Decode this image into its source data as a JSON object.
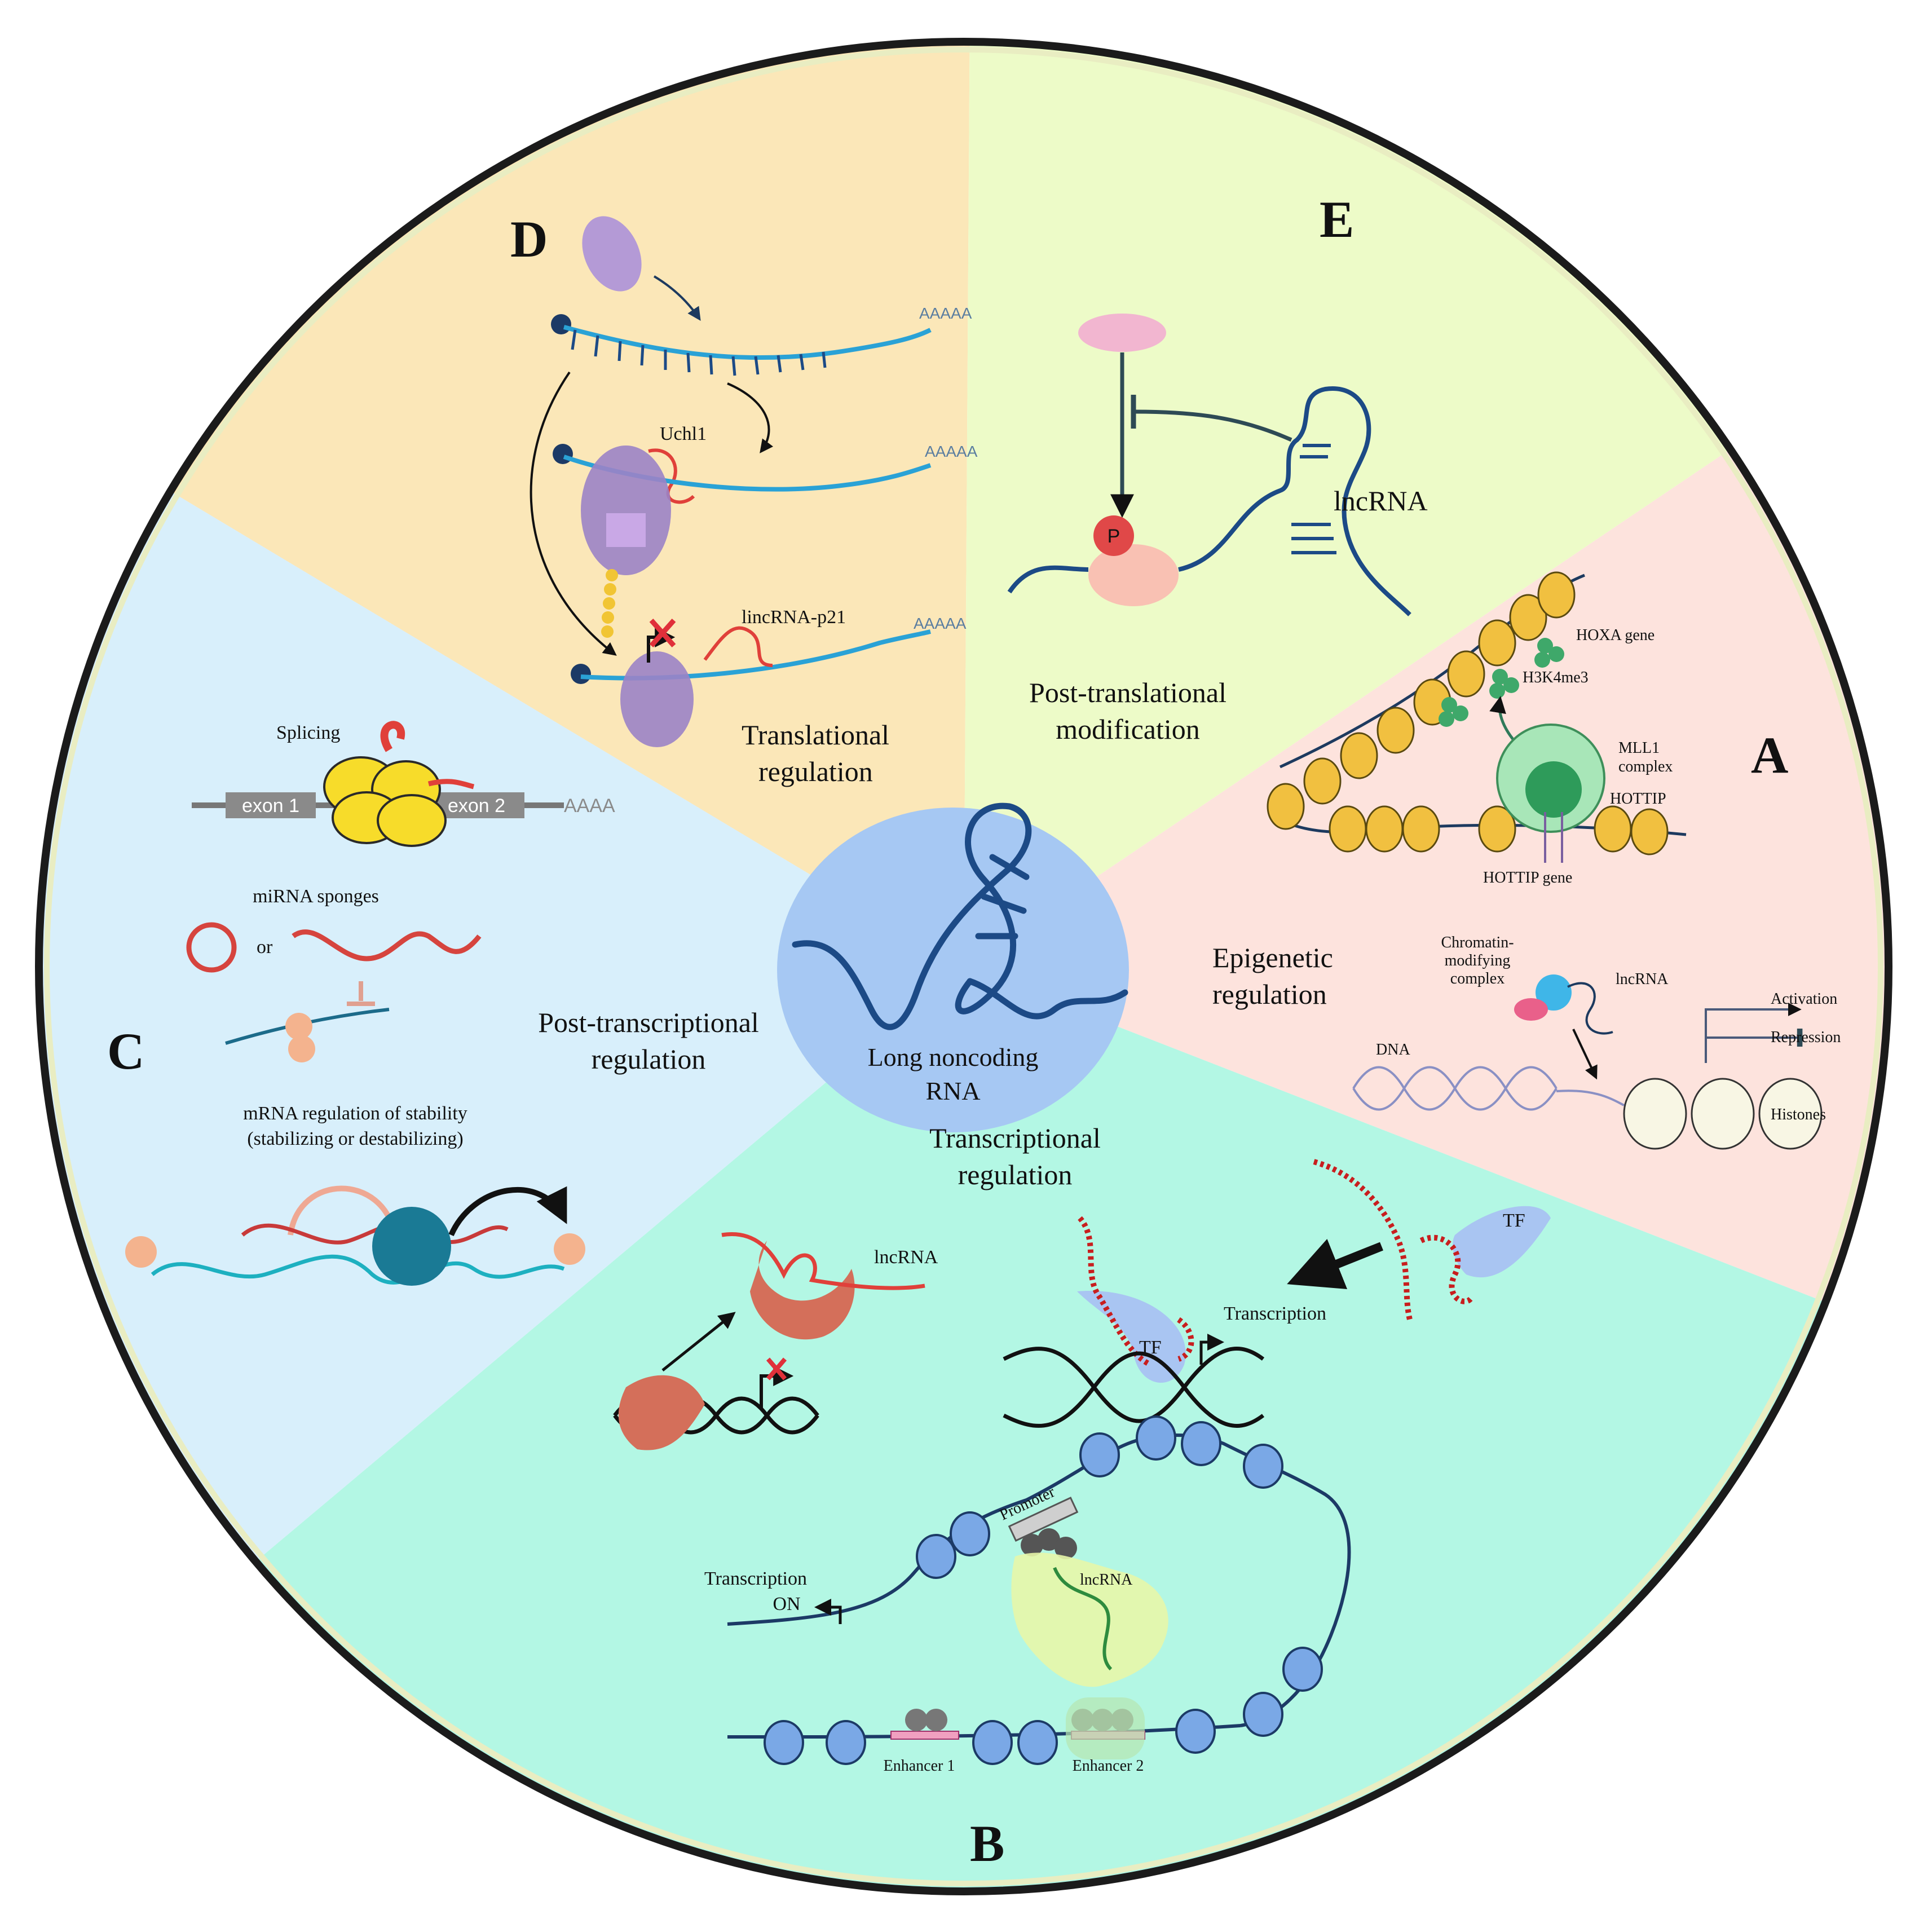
{
  "panels": {
    "A": {
      "letter": "A",
      "title_line1": "Epigenetic",
      "title_line2": "regulation",
      "labels": {
        "hoxa_gene": "HOXA gene",
        "h3k4me3": "H3K4me3",
        "mll1_line1": "MLL1",
        "mll1_line2": "complex",
        "hottip": "HOTTIP",
        "hottip_gene": "HOTTIP gene",
        "chromatin_line1": "Chromatin-",
        "chromatin_line2": "modifying",
        "chromatin_line3": "complex",
        "lncrna": "lncRNA",
        "dna": "DNA",
        "activation": "Activation",
        "repression": "Repression",
        "histones": "Histones"
      }
    },
    "B": {
      "letter": "B",
      "title_line1": "Transcriptional",
      "title_line2": "regulation",
      "labels": {
        "lncrna_left": "lncRNA",
        "tf_1": "TF",
        "tf_2": "TF",
        "transcription": "Transcription",
        "promoter": "Promoter",
        "lncrna_loop": "lncRNA",
        "transcription_on_line1": "Transcription",
        "transcription_on_line2": "ON",
        "enhancer1": "Enhancer 1",
        "enhancer2": "Enhancer 2"
      }
    },
    "C": {
      "letter": "C",
      "title_line1": "Post-transcriptional",
      "title_line2": "regulation",
      "labels": {
        "splicing": "Splicing",
        "exon1": "exon 1",
        "exon2": "exon 2",
        "polya": "AAAA",
        "mirna_sponges": "miRNA sponges",
        "or": "or",
        "stability_line1": "mRNA regulation of stability",
        "stability_line2": "(stabilizing or destabilizing)"
      }
    },
    "D": {
      "letter": "D",
      "title_line1": "Translational",
      "title_line2": "regulation",
      "labels": {
        "uchl1": "Uchl1",
        "lincrna_p21": "lincRNA-p21",
        "polya_1": "AAAAA",
        "polya_2": "AAAAA",
        "polya_3": "AAAAA"
      }
    },
    "E": {
      "letter": "E",
      "title_line1": "Post-translational",
      "title_line2": "modification",
      "labels": {
        "lncrna": "lncRNA",
        "phospho": "P"
      }
    }
  },
  "center": {
    "line1": "Long noncoding",
    "line2": "RNA"
  },
  "colors": {
    "panel_A": "#fde3dd",
    "panel_B": "#b3f7e4",
    "panel_C": "#d8effb",
    "panel_D": "#fbe7b8",
    "panel_E": "#edfbc8",
    "center": "#a6c8f3",
    "rna_dark": "#1c4a86",
    "rna_light": "#2aa2d6",
    "red": "#e0403a",
    "nucleosome": "#f1c040",
    "bead_blue": "#7aa8e6",
    "mll": "#4bbf7a"
  }
}
